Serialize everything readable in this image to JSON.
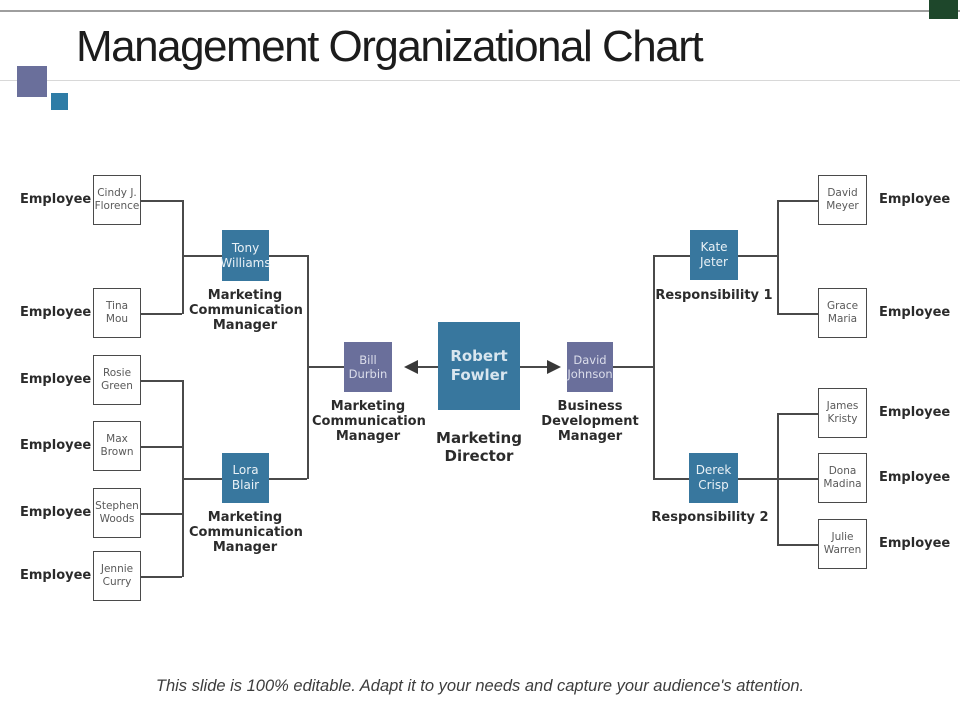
{
  "title": "Management Organizational Chart",
  "footer": "This slide is 100% editable. Adapt it to your needs and capture your audience's attention.",
  "employee_label": "Employee",
  "nodes": {
    "director": {
      "name": "Robert Fowler",
      "role": "Marketing Director"
    },
    "manager_left": {
      "name": "Bill Durbin",
      "role": "Marketing Communication Manager"
    },
    "manager_right": {
      "name": "David Johnson",
      "role": "Business Development Manager"
    },
    "lead_top_left": {
      "name": "Tony Williams",
      "role": "Marketing Communication Manager"
    },
    "lead_bottom_left": {
      "name": "Lora Blair",
      "role": "Marketing Communication Manager"
    },
    "lead_top_right": {
      "name": "Kate Jeter",
      "role": "Responsibility 1"
    },
    "lead_bottom_right": {
      "name": "Derek Crisp",
      "role": "Responsibility 2"
    }
  },
  "employees_left": [
    "Cindy J. Florence",
    "Tina Mou",
    "Rosie Green",
    "Max Brown",
    "Stephen Woods",
    "Jennie Curry"
  ],
  "employees_right": [
    "David Meyer",
    "Grace Maria",
    "James Kristy",
    "Dona Madina",
    "Julie Warren"
  ],
  "colors": {
    "teal": "#38779E",
    "purple": "#6A6F9B",
    "green": "#1E472B",
    "blue": "#2E7CA6",
    "line": "#4a4a4a"
  }
}
